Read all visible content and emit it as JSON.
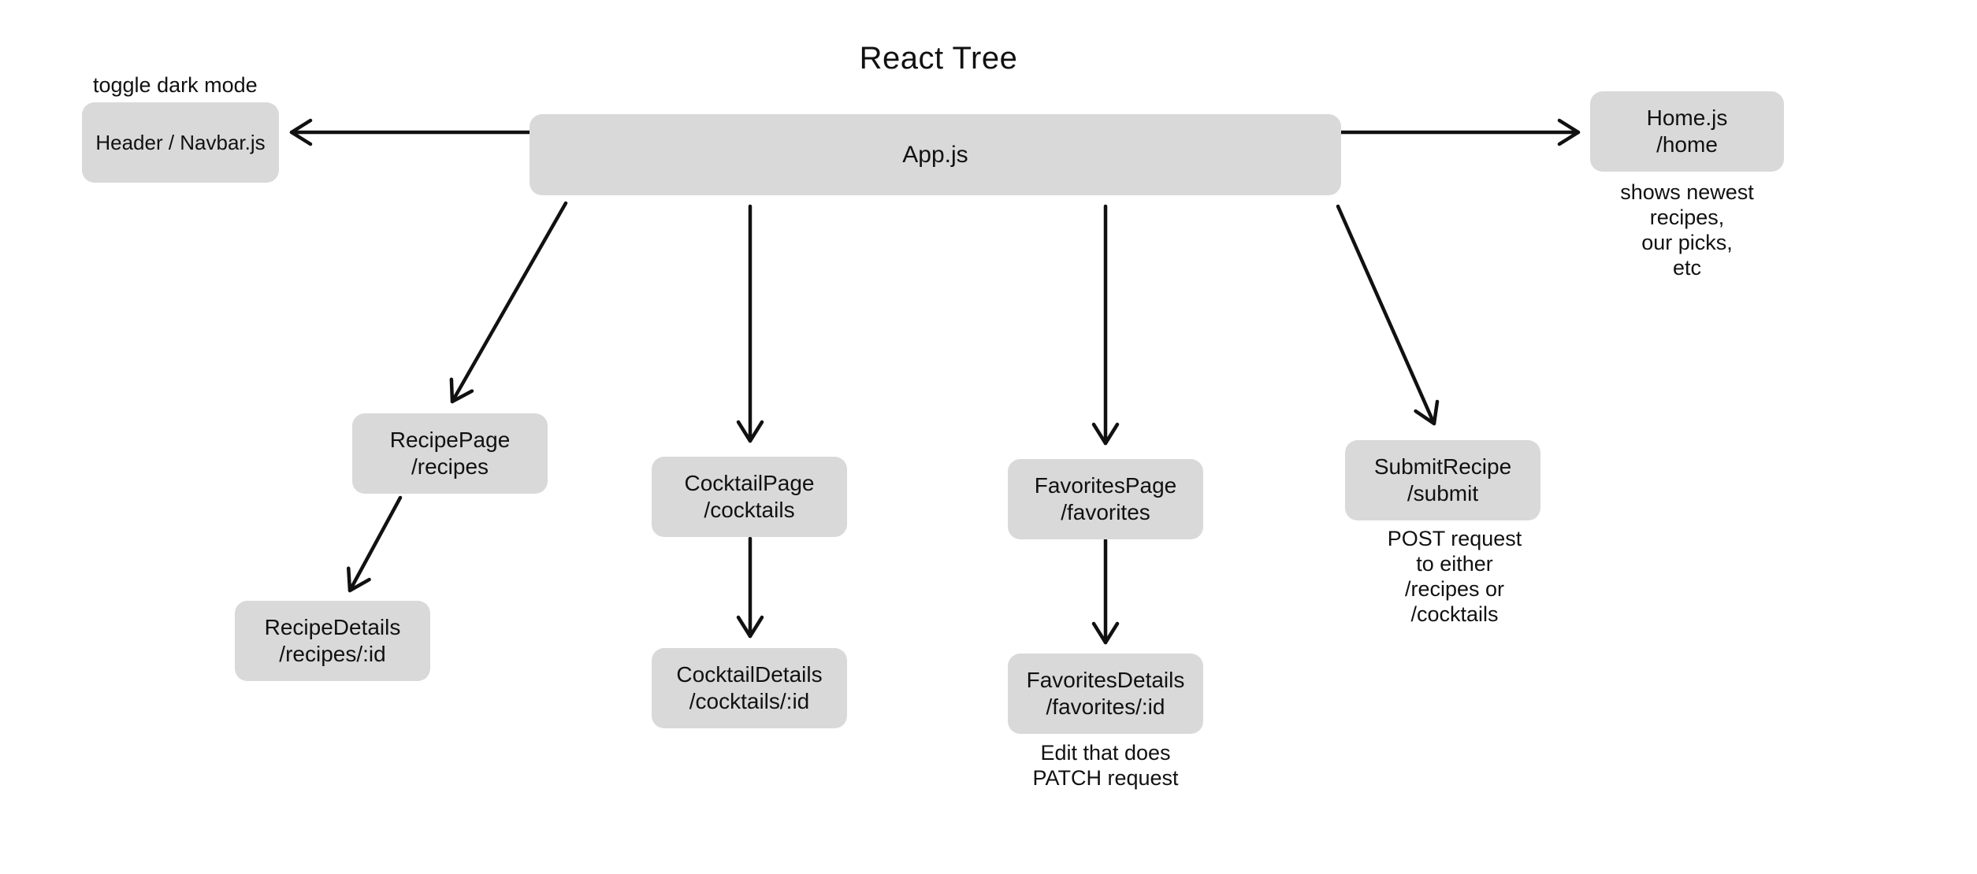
{
  "title": "React Tree",
  "colors": {
    "background": "#ffffff",
    "node_fill": "#d9d9d9",
    "text": "#111111",
    "arrow": "#111111"
  },
  "nodes": {
    "header": {
      "label": "Header / Navbar.js",
      "annotation": "toggle dark mode"
    },
    "app": {
      "label": "App.js"
    },
    "home": {
      "title": "Home.js",
      "route": "/home",
      "note_lines": [
        "shows newest",
        "recipes,",
        "our picks,",
        "etc"
      ]
    },
    "recipe_page": {
      "title": "RecipePage",
      "route": "/recipes"
    },
    "recipe_details": {
      "title": "RecipeDetails",
      "route": "/recipes/:id"
    },
    "cocktail_page": {
      "title": "CocktailPage",
      "route": "/cocktails"
    },
    "cocktail_details": {
      "title": "CocktailDetails",
      "route": "/cocktails/:id"
    },
    "favorites_page": {
      "title": "FavoritesPage",
      "route": "/favorites"
    },
    "favorites_details": {
      "title": "FavoritesDetails",
      "route": "/favorites/:id",
      "note_lines": [
        "Edit that does",
        "PATCH request"
      ]
    },
    "submit_recipe": {
      "title": "SubmitRecipe",
      "route": "/submit",
      "note_lines": [
        "POST request",
        "to either",
        "/recipes or",
        "/cocktails"
      ]
    }
  }
}
